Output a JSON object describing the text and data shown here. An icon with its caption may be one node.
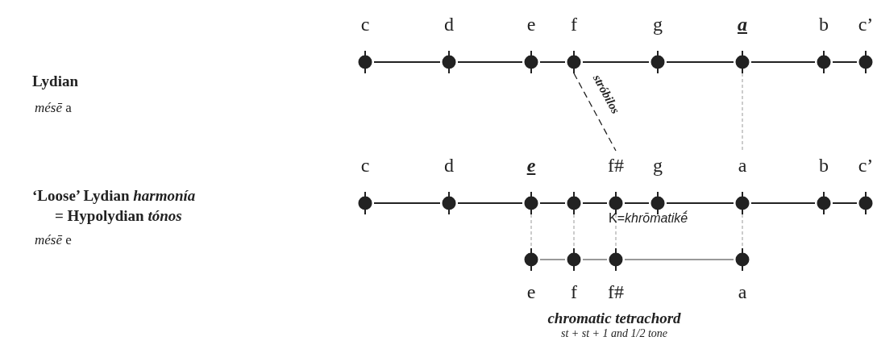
{
  "diagram": {
    "nodes": [
      {
        "text": [
          "c"
        ]
      },
      {
        "text": [
          "d"
        ]
      },
      {
        "text": [
          "e"
        ]
      },
      {
        "text": [
          "f"
        ]
      },
      {
        "text": [
          "g"
        ]
      },
      {
        "text": [
          "a"
        ]
      },
      {
        "text": [
          "b"
        ]
      },
      {
        "text": [
          "c’"
        ]
      },
      {
        "text": [
          "c"
        ]
      },
      {
        "text": [
          "d"
        ]
      },
      {
        "text": [
          "e"
        ]
      },
      {
        "text": [],
        "shape": "circle"
      },
      {
        "text": [
          "f#"
        ]
      },
      {
        "text": [
          "g"
        ]
      },
      {
        "text": [
          "a"
        ]
      },
      {
        "text": [
          "b"
        ]
      },
      {
        "text": [
          "c’"
        ]
      },
      {
        "text": [
          "e"
        ]
      },
      {
        "text": [
          "f"
        ]
      },
      {
        "text": [
          "f#"
        ]
      },
      {
        "text": [
          "a"
        ]
      }
    ],
    "edges": [
      {
        "from": 0,
        "to": 1,
        "arrow": "none"
      },
      {
        "from": 1,
        "to": 2,
        "arrow": "none"
      },
      {
        "from": 2,
        "to": 3,
        "arrow": "none"
      },
      {
        "from": 3,
        "to": 4,
        "arrow": "none"
      },
      {
        "from": 4,
        "to": 5,
        "arrow": "none"
      },
      {
        "from": 5,
        "to": 6,
        "arrow": "none"
      },
      {
        "from": 6,
        "to": 7,
        "arrow": "none"
      },
      {
        "from": 8,
        "to": 9,
        "arrow": "none"
      },
      {
        "from": 9,
        "to": 10,
        "arrow": "none"
      },
      {
        "from": 10,
        "to": 11,
        "arrow": "none"
      },
      {
        "from": 11,
        "to": 12,
        "arrow": "none"
      },
      {
        "from": 12,
        "to": 13,
        "arrow": "none"
      },
      {
        "from": 13,
        "to": 14,
        "arrow": "none"
      },
      {
        "from": 14,
        "to": 15,
        "arrow": "none"
      },
      {
        "from": 15,
        "to": 16,
        "arrow": "none"
      },
      {
        "from": 17,
        "to": 18,
        "arrow": "none",
        "color": "#999999"
      },
      {
        "from": 18,
        "to": 19,
        "arrow": "none",
        "color": "#999999"
      },
      {
        "from": 19,
        "to": 20,
        "arrow": "none",
        "color": "#999999"
      },
      {
        "from": 3,
        "to": 12,
        "arrow": "none",
        "style": "dashed",
        "label": "stróbilos"
      },
      {
        "from": 5,
        "to": 14,
        "arrow": "none",
        "style": "dashed",
        "color": "#999999"
      },
      {
        "from": 10,
        "to": 17,
        "arrow": "none",
        "style": "dashed",
        "color": "#999999"
      },
      {
        "from": 11,
        "to": 18,
        "arrow": "none",
        "style": "dashed",
        "color": "#999999"
      },
      {
        "from": 12,
        "to": 19,
        "arrow": "none",
        "style": "dashed",
        "color": "#999999"
      },
      {
        "from": 14,
        "to": 20,
        "arrow": "none",
        "style": "dashed",
        "color": "#999999"
      }
    ],
    "labels": [
      "Lydian",
      "*mésē* a",
      "‘Loose’ Lydian *harmonía* = Hypolydian *tónos*",
      "*mésē* e",
      "K=*khrōmatikḗ*",
      "chromatic tetrachord",
      "st + st + 1 and 1/2 tone"
    ]
  }
}
